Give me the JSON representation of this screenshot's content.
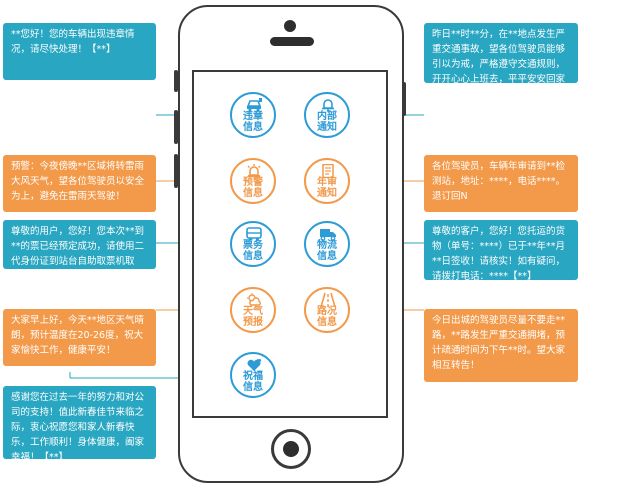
{
  "apps": [
    {
      "id": "violation",
      "label": "违章\n信息",
      "icon": "car-icon",
      "color": "#2c9bd6"
    },
    {
      "id": "internal",
      "label": "内部\n通知",
      "icon": "bell-icon",
      "color": "#2c9bd6"
    },
    {
      "id": "warning",
      "label": "预警\n信息",
      "icon": "siren-icon",
      "color": "#f2994a"
    },
    {
      "id": "inspection",
      "label": "年审\n通知",
      "icon": "document-icon",
      "color": "#f2994a"
    },
    {
      "id": "ticket",
      "label": "票务\n信息",
      "icon": "bus-icon",
      "color": "#2c9bd6"
    },
    {
      "id": "logistics",
      "label": "物流\n信息",
      "icon": "truck-icon",
      "color": "#2c9bd6"
    },
    {
      "id": "weather",
      "label": "天气\n预报",
      "icon": "sun-cloud-icon",
      "color": "#f2994a"
    },
    {
      "id": "road",
      "label": "路况\n信息",
      "icon": "road-icon",
      "color": "#f2994a"
    },
    {
      "id": "blessing",
      "label": "祝福\n信息",
      "icon": "hearts-icon",
      "color": "#2c9bd6"
    }
  ],
  "messages": {
    "violation": "**您好！您的车辆出现违章情况，请尽快处理！【**】",
    "internal": "昨日**时**分，在**地点发生严重交通事故，望各位驾驶员能够引以为戒，严格遵守交通规则，开开心心上班去，平平安安回家来！",
    "warning": "预警：今夜傍晚**区域将转雷雨大风天气，望各位驾驶员以安全为上，避免在雷雨天驾驶！",
    "inspection": "各位驾驶员，车辆年审请到**检测站，地址：****，电话****。退订回N",
    "ticket": "尊敬的用户，您好！您本次**到**的票已经预定成功，请使用二代身份证到站台自助取票机取票！",
    "logistics": "尊敬的客户，您好！您托运的货物（单号：****）已于**年**月**日签收！请核实！如有疑问，请拨打电话：****【**】",
    "weather": "大家早上好，今天**地区天气晴朗，预计温度在20-26度，祝大家愉快工作，健康平安！",
    "road": "今日出城的驾驶员尽量不要走**路，**路发生严重交通拥堵，预计疏通时间为下午**时。望大家相互转告！",
    "blessing": "感谢您在过去一年的努力和对公司的支持！值此新春佳节来临之际，衷心祝愿您和家人新春快乐，工作顺利！身体健康，阖家幸福！【**】"
  },
  "colors": {
    "teal": "#29a6c1",
    "orange": "#f2994a",
    "blue": "#2c9bd6",
    "frame": "#3a3a3a"
  }
}
